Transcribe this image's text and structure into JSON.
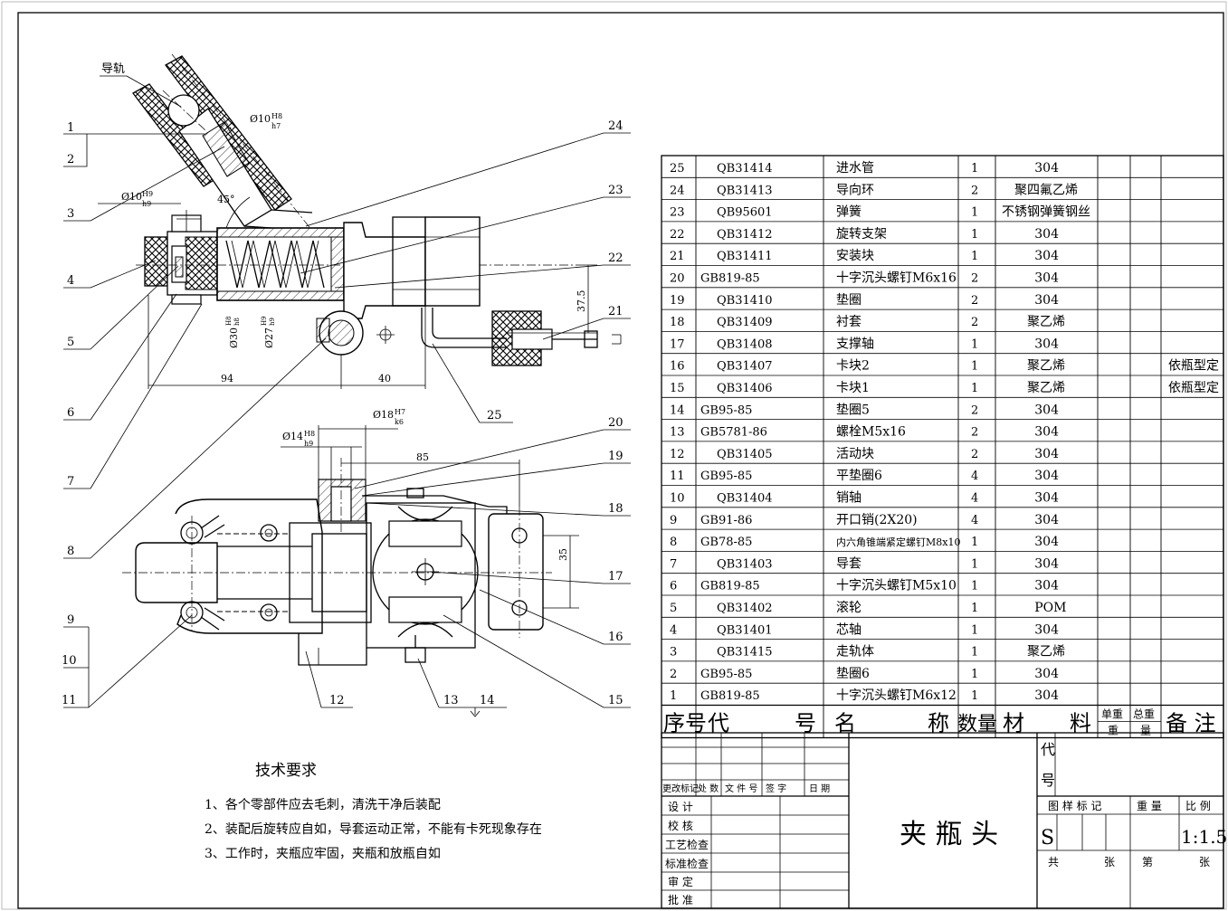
{
  "callouts": {
    "guide_rail": "导轨",
    "left": [
      "1",
      "2",
      "3",
      "4",
      "5",
      "6",
      "7",
      "8",
      "9",
      "10",
      "11"
    ],
    "right": [
      "24",
      "23",
      "22",
      "21",
      "25",
      "20",
      "19",
      "18",
      "17",
      "16",
      "15"
    ],
    "bottom": [
      "12",
      "13",
      "14"
    ]
  },
  "dimensions": {
    "d_phi10_h8h7": "Ø10",
    "tol_h8": "H8",
    "tol_h7": "h7",
    "d_phi10_h9h9": "Ø10",
    "tol_H9": "H9",
    "tol_h9": "h9",
    "angle_45": "45°",
    "d_phi30": "Ø30",
    "d_phi27": "Ø27",
    "tol_H8b": "H8",
    "tol_h8b": "h8",
    "tol_H9b": "H9",
    "tol_h9b": "h9",
    "d_37_5": "37.5",
    "d_94": "94",
    "d_40": "40",
    "d_phi14": "Ø14",
    "tol_H8c": "H8",
    "tol_h9c": "h9",
    "d_phi18": "Ø18",
    "tol_H7": "H7",
    "tol_k6": "k6",
    "d_85": "85",
    "d_35": "35"
  },
  "tech_requirements": {
    "title": "技术要求",
    "items": [
      "1、各个零部件应去毛刺，清洗干净后装配",
      "2、装配后旋转应自如，导套运动正常，不能有卡死现象存在",
      "3、工作时，夹瓶应牢固，夹瓶和放瓶自如"
    ]
  },
  "bom": {
    "rows": [
      {
        "no": "25",
        "code": "QB31414",
        "name": "进水管",
        "qty": "1",
        "material": "304",
        "note": ""
      },
      {
        "no": "24",
        "code": "QB31413",
        "name": "导向环",
        "qty": "2",
        "material": "聚四氟乙烯",
        "note": ""
      },
      {
        "no": "23",
        "code": "QB95601",
        "name": "弹簧",
        "qty": "1",
        "material": "不锈钢弹簧钢丝",
        "note": ""
      },
      {
        "no": "22",
        "code": "QB31412",
        "name": "旋转支架",
        "qty": "1",
        "material": "304",
        "note": ""
      },
      {
        "no": "21",
        "code": "QB31411",
        "name": "安装块",
        "qty": "1",
        "material": "304",
        "note": ""
      },
      {
        "no": "20",
        "code": "GB819-85",
        "name": "十字沉头螺钉M6x16",
        "qty": "2",
        "material": "304",
        "note": ""
      },
      {
        "no": "19",
        "code": "QB31410",
        "name": "垫圈",
        "qty": "2",
        "material": "304",
        "note": ""
      },
      {
        "no": "18",
        "code": "QB31409",
        "name": "衬套",
        "qty": "2",
        "material": "聚乙烯",
        "note": ""
      },
      {
        "no": "17",
        "code": "QB31408",
        "name": "支撑轴",
        "qty": "1",
        "material": "304",
        "note": ""
      },
      {
        "no": "16",
        "code": "QB31407",
        "name": "卡块2",
        "qty": "1",
        "material": "聚乙烯",
        "note": "依瓶型定"
      },
      {
        "no": "15",
        "code": "QB31406",
        "name": "卡块1",
        "qty": "1",
        "material": "聚乙烯",
        "note": "依瓶型定"
      },
      {
        "no": "14",
        "code": "GB95-85",
        "name": "垫圈5",
        "qty": "2",
        "material": "304",
        "note": ""
      },
      {
        "no": "13",
        "code": "GB5781-86",
        "name": "螺栓M5x16",
        "qty": "2",
        "material": "304",
        "note": ""
      },
      {
        "no": "12",
        "code": "QB31405",
        "name": "活动块",
        "qty": "2",
        "material": "304",
        "note": ""
      },
      {
        "no": "11",
        "code": "GB95-85",
        "name": "平垫圈6",
        "qty": "4",
        "material": "304",
        "note": ""
      },
      {
        "no": "10",
        "code": "QB31404",
        "name": "销轴",
        "qty": "4",
        "material": "304",
        "note": ""
      },
      {
        "no": "9",
        "code": "GB91-86",
        "name": "开口销(2X20)",
        "qty": "4",
        "material": "304",
        "note": ""
      },
      {
        "no": "8",
        "code": "GB78-85",
        "name": "内六角锥端紧定螺钉M8x10",
        "qty": "1",
        "material": "304",
        "note": ""
      },
      {
        "no": "7",
        "code": "QB31403",
        "name": "导套",
        "qty": "1",
        "material": "304",
        "note": ""
      },
      {
        "no": "6",
        "code": "GB819-85",
        "name": "十字沉头螺钉M5x10",
        "qty": "1",
        "material": "304",
        "note": ""
      },
      {
        "no": "5",
        "code": "QB31402",
        "name": "滚轮",
        "qty": "1",
        "material": "POM",
        "note": ""
      },
      {
        "no": "4",
        "code": "QB31401",
        "name": "芯轴",
        "qty": "1",
        "material": "304",
        "note": ""
      },
      {
        "no": "3",
        "code": "QB31415",
        "name": "走轨体",
        "qty": "1",
        "material": "聚乙烯",
        "note": ""
      },
      {
        "no": "2",
        "code": "GB95-85",
        "name": "垫圈6",
        "qty": "1",
        "material": "304",
        "note": ""
      },
      {
        "no": "1",
        "code": "GB819-85",
        "name": "十字沉头螺钉M6x12",
        "qty": "1",
        "material": "304",
        "note": ""
      }
    ],
    "header": {
      "no": "序号",
      "code_a": "代",
      "code_b": "号",
      "name_a": "名",
      "name_b": "称",
      "qty": "数量",
      "mat_a": "材",
      "mat_b": "料",
      "unit_w_top": "单重",
      "unit_w_bot": "重",
      "total_w_top": "总重",
      "total_w_bot": "量",
      "note": "备  注"
    }
  },
  "title_block": {
    "rev_labels": [
      "更改标记",
      "处 数",
      "文 件 号",
      "签  字",
      "日  期"
    ],
    "sign_labels": [
      "设    计",
      "校    核",
      "工艺检查",
      "标准检查",
      "审    定",
      "批    准"
    ],
    "drawing_title": "夹 瓶 头",
    "code_label_a": "代",
    "code_label_b": "号",
    "col_labels": [
      "图  样  标  记",
      "重  量",
      "比  例"
    ],
    "stage": "S",
    "scale": "1:1.5",
    "sheet_total": "共",
    "sheet_unit1": "张",
    "sheet_num": "第",
    "sheet_unit2": "张"
  }
}
